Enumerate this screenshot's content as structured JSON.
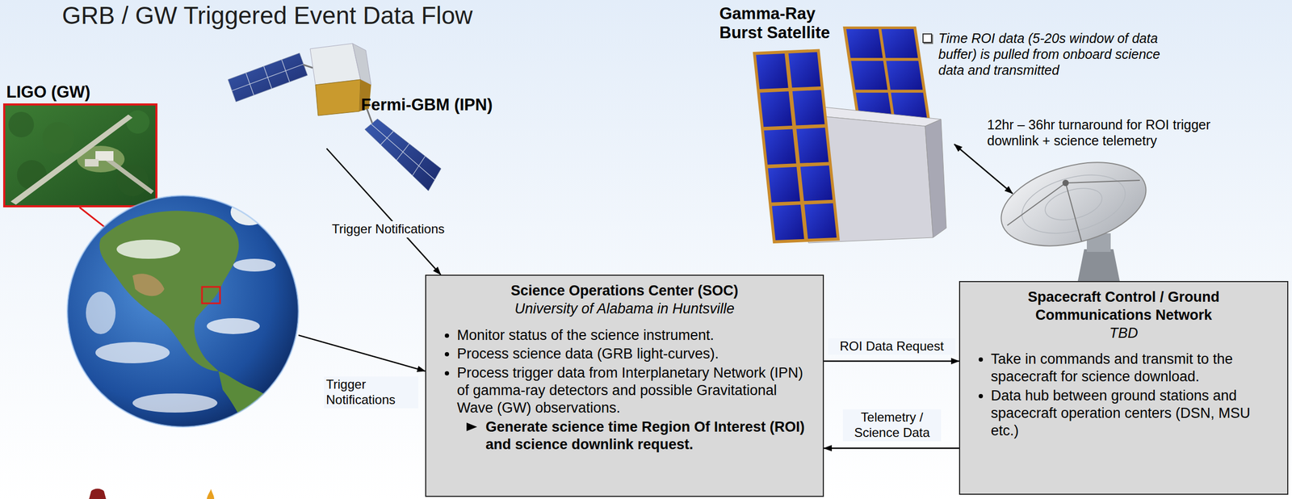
{
  "diagram": {
    "title": "GRB / GW Triggered Event Data Flow",
    "nodes": [
      {
        "text": [
          "LIGO (GW)"
        ]
      },
      {
        "text": [
          "Fermi-GBM (IPN)"
        ]
      },
      {
        "text": [
          "Gamma-Ray Burst Satellite"
        ]
      },
      {
        "text": [
          "Science Operations Center (SOC)",
          "University of Alabama in Huntsville",
          "Monitor status of the science instrument.",
          "Process science data (GRB light-curves).",
          "Process trigger data from Interplanetary Network (IPN) of gamma-ray detectors and possible Gravitational Wave (GW) observations.",
          "Generate science time Region Of Interest (ROI) and science downlink request."
        ]
      },
      {
        "text": [
          "Spacecraft Control / Ground Communications Network",
          "TBD",
          "Take in commands and transmit to the spacecraft for science download.",
          "Data hub between ground stations and spacecraft operation centers (DSN, MSU etc.)"
        ]
      }
    ],
    "edges": [
      {
        "from": 1,
        "to": 3,
        "label": "Trigger Notifications",
        "arrow": "to"
      },
      {
        "from": 0,
        "to": 3,
        "label": "Trigger Notifications",
        "arrow": "to"
      },
      {
        "from": 3,
        "to": 4,
        "label": "ROI Data Request",
        "arrow": "to"
      },
      {
        "from": 4,
        "to": 3,
        "label": "Telemetry / Science Data",
        "arrow": "to"
      }
    ],
    "labels": [
      "Time ROI data (5-20s window of data buffer) is pulled from onboard science data and transmitted",
      "12hr – 36hr turnaround for ROI trigger downlink + science telemetry"
    ]
  }
}
